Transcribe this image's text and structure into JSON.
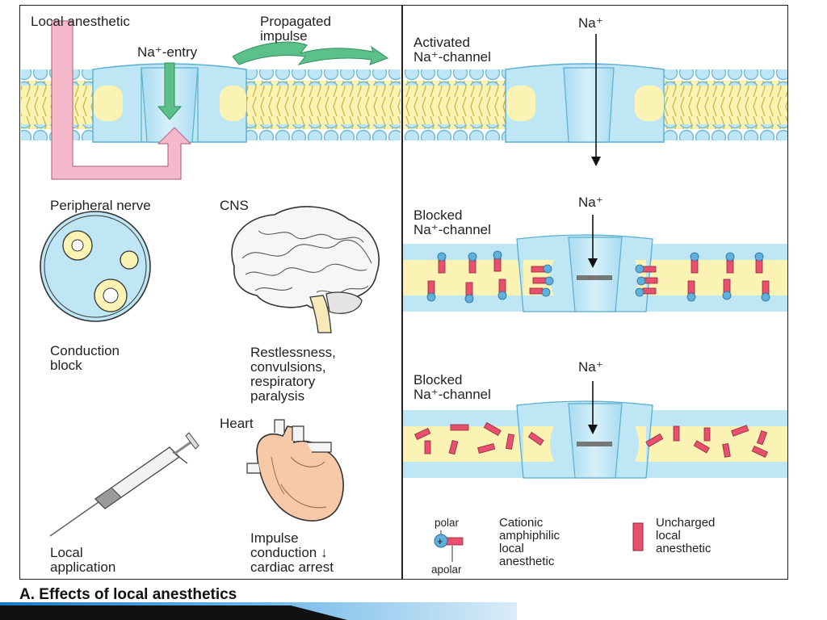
{
  "labels": {
    "local_anesthetic": "Local anesthetic",
    "propagated_impulse_1": "Propagated",
    "propagated_impulse_2": "impulse",
    "na_entry": "Na⁺-entry",
    "activated_1": "Activated",
    "activated_2": "Na⁺-channel",
    "na_top": "Na⁺",
    "peripheral_nerve": "Peripheral nerve",
    "cns": "CNS",
    "blocked1_1": "Blocked",
    "blocked1_2": "Na⁺-channel",
    "na_mid": "Na⁺",
    "conduction_1": "Conduction",
    "conduction_2": "block",
    "cns_effect_1": "Restlessness,",
    "cns_effect_2": "convulsions,",
    "cns_effect_3": "respiratory",
    "cns_effect_4": "paralysis",
    "blocked2_1": "Blocked",
    "blocked2_2": "Na⁺-channel",
    "na_low": "Na⁺",
    "heart": "Heart",
    "local_app_1": "Local",
    "local_app_2": "application",
    "heart_effect_1": "Impulse",
    "heart_effect_2": "conduction ↓",
    "heart_effect_3": "cardiac arrest",
    "legend_polar": "polar",
    "legend_apolar": "apolar",
    "legend_cationic_1": "Cationic",
    "legend_cationic_2": "amphiphilic",
    "legend_cationic_3": "local",
    "legend_cationic_4": "anesthetic",
    "legend_uncharged_1": "Uncharged",
    "legend_uncharged_2": "local",
    "legend_uncharged_3": "anesthetic"
  },
  "caption": "A. Effects of local anesthetics",
  "colors": {
    "membrane_yellow": "#fbf3b4",
    "membrane_blue": "#bfe6f4",
    "channel_blue": "#9fd8ee",
    "anesthetic_pink": "#e8506e",
    "arrow_pink": "#f6b9cc",
    "arrow_green": "#5cc08a"
  }
}
